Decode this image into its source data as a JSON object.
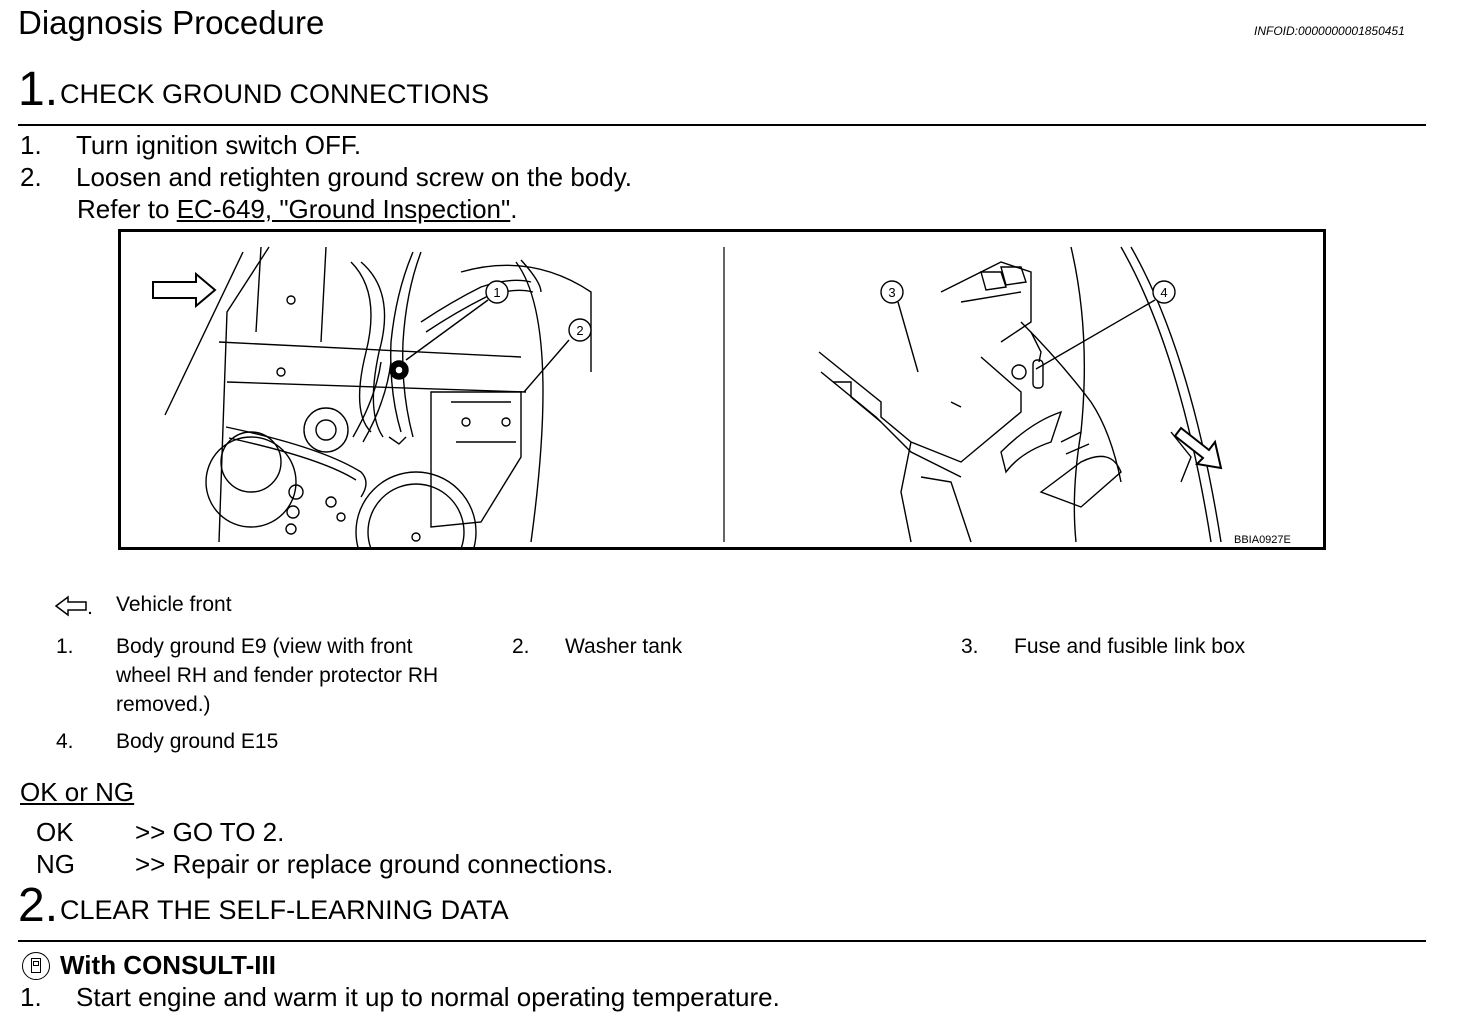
{
  "header": {
    "title": "Diagnosis Procedure",
    "info_id": "INFOID:0000000001850451"
  },
  "step1": {
    "number": "1.",
    "title": "CHECK GROUND CONNECTIONS",
    "items": [
      {
        "num": "1.",
        "text": "Turn ignition switch OFF."
      },
      {
        "num": "2.",
        "text": "Loosen and retighten ground screw on the body."
      }
    ],
    "refer_prefix": "Refer to ",
    "refer_link": "EC-649, \"Ground Inspection\"",
    "refer_suffix": "."
  },
  "figure": {
    "code": "BBIA0927E",
    "callouts": [
      "1",
      "2",
      "3",
      "4"
    ]
  },
  "legend": {
    "arrow_text": "Vehicle front",
    "items": [
      {
        "num": "1.",
        "text": "Body ground E9 (view with front",
        "text2": "wheel RH and fender protector RH",
        "text3": "removed.)"
      },
      {
        "num": "2.",
        "text": "Washer tank"
      },
      {
        "num": "3.",
        "text": "Fuse and fusible link box"
      },
      {
        "num": "4.",
        "text": "Body ground E15"
      }
    ]
  },
  "result": {
    "heading": "OK or NG",
    "ok_label": "OK",
    "ok_text": ">> GO TO 2.",
    "ng_label": "NG",
    "ng_text": ">> Repair or replace ground connections."
  },
  "step2": {
    "number": "2.",
    "title": "CLEAR THE SELF-LEARNING DATA",
    "consult_label": "With CONSULT-III",
    "items": [
      {
        "num": "1.",
        "text": "Start engine and warm it up to normal operating temperature."
      }
    ]
  }
}
